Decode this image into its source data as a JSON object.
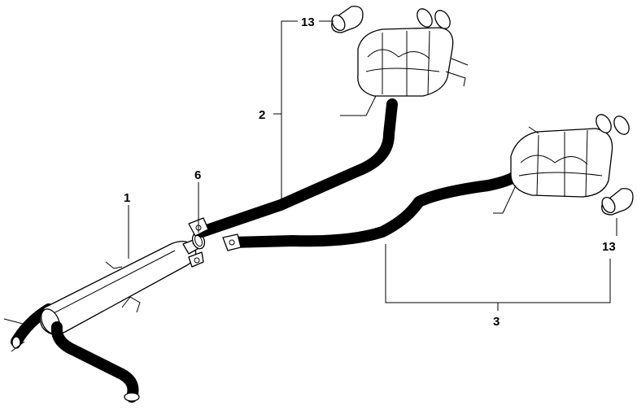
{
  "diagram": {
    "callouts": {
      "front_silencer": "1",
      "left_rear_silencer": "2",
      "right_rear_silencer": "3",
      "sealing_ring": "6",
      "tailpipe_trim_upper": "13",
      "tailpipe_trim_lower": "13"
    }
  }
}
